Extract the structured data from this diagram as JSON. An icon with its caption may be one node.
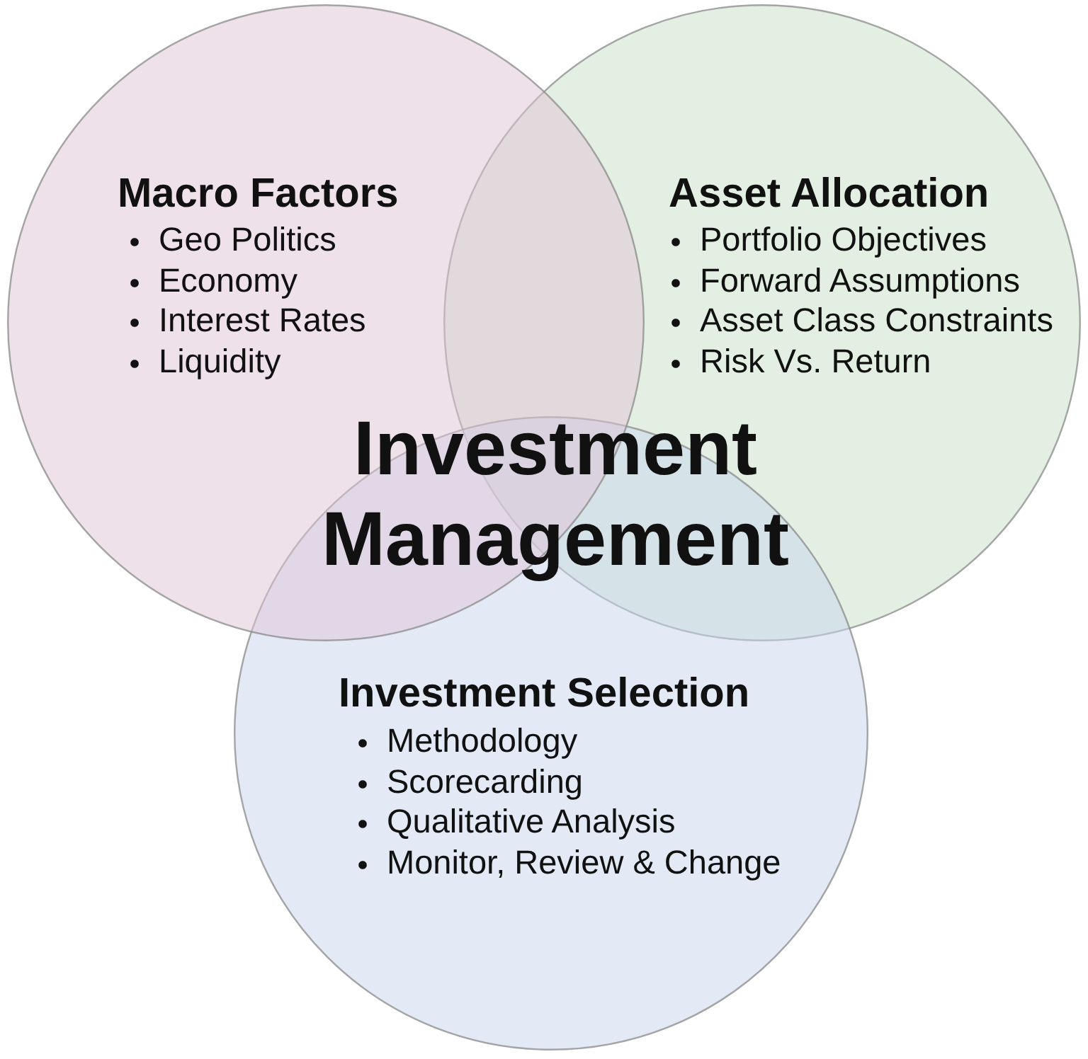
{
  "diagram": {
    "nodes": [
      {
        "text": [
          "Macro Factors",
          "Geo Politics",
          "Economy",
          "Interest Rates",
          "Liquidity"
        ]
      },
      {
        "text": [
          "Asset Allocation",
          "Portfolio Objectives",
          "Forward Assumptions",
          "Asset Class Constraints",
          "Risk Vs. Return"
        ]
      },
      {
        "text": [
          "Investment Selection",
          "Methodology",
          "Scorecarding",
          "Qualitative Analysis",
          "Monitor, Review & Change"
        ]
      }
    ],
    "labels": [
      "Investment Management"
    ]
  }
}
